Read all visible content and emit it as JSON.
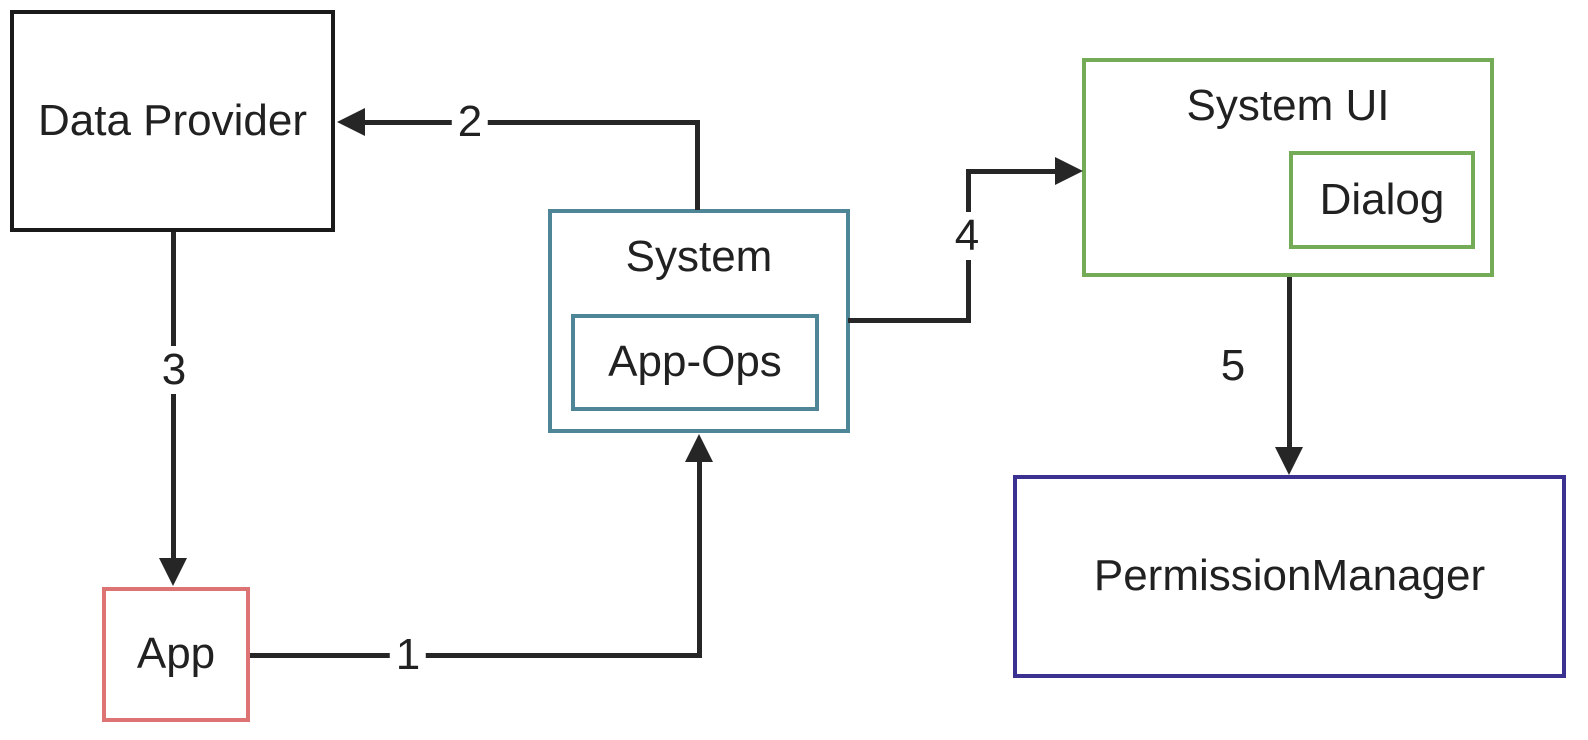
{
  "diagram": {
    "background": "#ffffff",
    "line_color": "#262626",
    "text_color": "#212121",
    "nodes": {
      "data_provider": {
        "label": "Data Provider",
        "border_color": "#1a1a1a"
      },
      "app": {
        "label": "App",
        "border_color": "#dd7373"
      },
      "system": {
        "label": "System",
        "border_color": "#4e8597"
      },
      "app_ops": {
        "label": "App-Ops",
        "border_color": "#4e8597"
      },
      "system_ui": {
        "label": "System UI",
        "border_color": "#74ab57"
      },
      "dialog": {
        "label": "Dialog",
        "border_color": "#74ab57"
      },
      "permission_manager": {
        "label": "PermissionManager",
        "border_color": "#3b3191"
      }
    },
    "edges": {
      "e1": {
        "label": "1",
        "from": "app",
        "to": "system"
      },
      "e2": {
        "label": "2",
        "from": "system",
        "to": "data_provider"
      },
      "e3": {
        "label": "3",
        "from": "data_provider",
        "to": "app"
      },
      "e4": {
        "label": "4",
        "from": "system",
        "to": "system_ui"
      },
      "e5": {
        "label": "5",
        "from": "system_ui",
        "to": "permission_manager"
      }
    }
  }
}
